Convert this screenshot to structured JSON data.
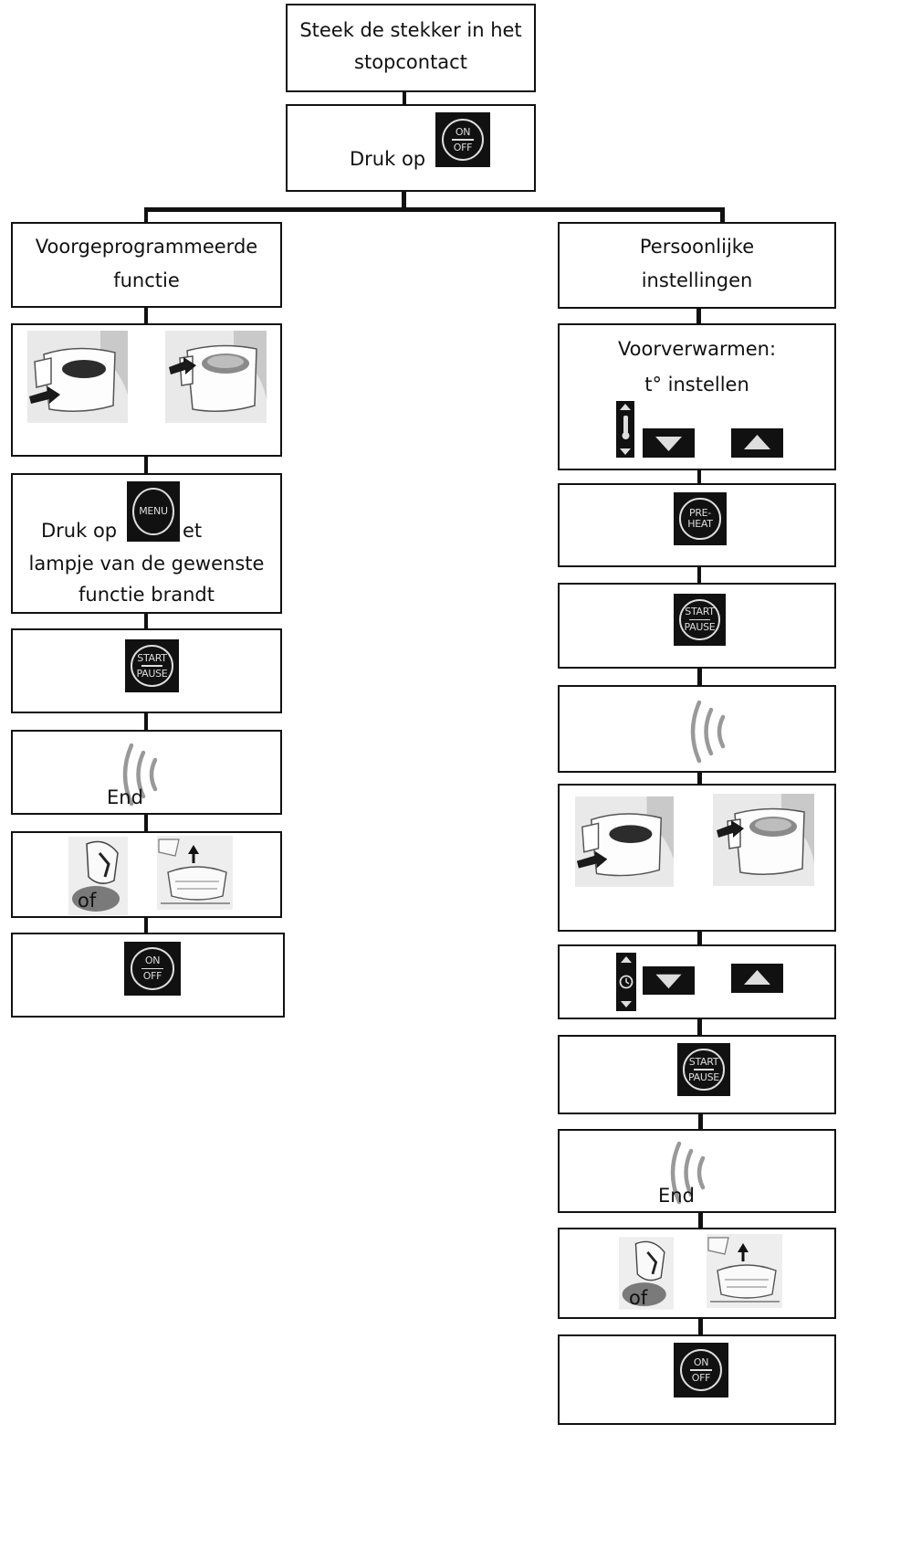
{
  "start": {
    "line1": "Steek de stekker in het",
    "line2": "stopcontact"
  },
  "power_on": {
    "label": "Druk op"
  },
  "left": {
    "header": {
      "line1": "Voorgeprogrammeerde",
      "line2": "functie"
    },
    "menu_step": {
      "line1": "Druk op",
      "line1_tail": "et",
      "line2": "lampje van de gewenste",
      "line3": "functie brandt"
    },
    "end_label": "End",
    "or_label": "of"
  },
  "right": {
    "header": {
      "line1": "Persoonlijke",
      "line2": "instellingen"
    },
    "preheat_step": {
      "line1": "Voorverwarmen:",
      "line2": "t° instellen"
    },
    "end_label": "End",
    "or_label": "of"
  },
  "icons": {
    "on_off": {
      "top": "ON",
      "bottom": "OFF"
    },
    "start_pause": {
      "top": "START",
      "bottom": "PAUSE"
    },
    "menu": "MENU",
    "preheat": {
      "top": "PRE-",
      "bottom": "HEAT"
    }
  },
  "colors": {
    "border": "#111111",
    "icon_bg": "#111111",
    "icon_fg": "#dddddd",
    "wave": "#999999"
  }
}
